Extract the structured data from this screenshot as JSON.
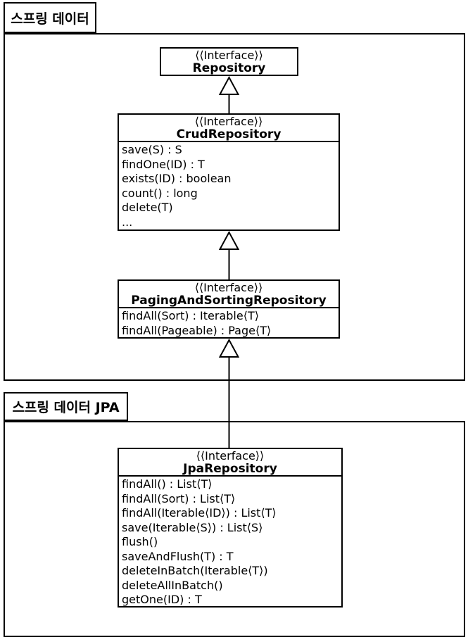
{
  "diagram": {
    "type": "uml-class-diagram",
    "colors": {
      "line": "#000000",
      "background": "#ffffff"
    },
    "packages": [
      {
        "label": "스프링 데이터"
      },
      {
        "label": "스프링 데이터 JPA"
      }
    ],
    "classes": [
      {
        "stereotype": "⟨⟨Interface⟩⟩",
        "name": "Repository",
        "methods": []
      },
      {
        "stereotype": "⟨⟨Interface⟩⟩",
        "name": "CrudRepository",
        "methods": [
          "save(S) : S",
          "findOne(ID) : T",
          "exists(ID) : boolean",
          "count() : long",
          "delete(T)",
          "..."
        ]
      },
      {
        "stereotype": "⟨⟨Interface⟩⟩",
        "name": "PagingAndSortingRepository",
        "methods": [
          "findAll(Sort) : Iterable⟨T⟩",
          "findAll(Pageable) : Page⟨T⟩"
        ]
      },
      {
        "stereotype": "⟨⟨Interface⟩⟩",
        "name": "JpaRepository",
        "methods": [
          "findAll() : List⟨T⟩",
          "findAll(Sort) : List⟨T⟩",
          "findAll(Iterable⟨ID⟩) : List⟨T⟩",
          "save(Iterable⟨S⟩) : List⟨S⟩",
          "flush()",
          "saveAndFlush(T) : T",
          "deleteInBatch(Iterable⟨T⟩)",
          "deleteAllInBatch()",
          "getOne(ID) : T"
        ]
      }
    ],
    "relations": [
      {
        "from": "CrudRepository",
        "to": "Repository",
        "type": "generalization"
      },
      {
        "from": "PagingAndSortingRepository",
        "to": "CrudRepository",
        "type": "generalization"
      },
      {
        "from": "JpaRepository",
        "to": "PagingAndSortingRepository",
        "type": "generalization"
      }
    ]
  }
}
